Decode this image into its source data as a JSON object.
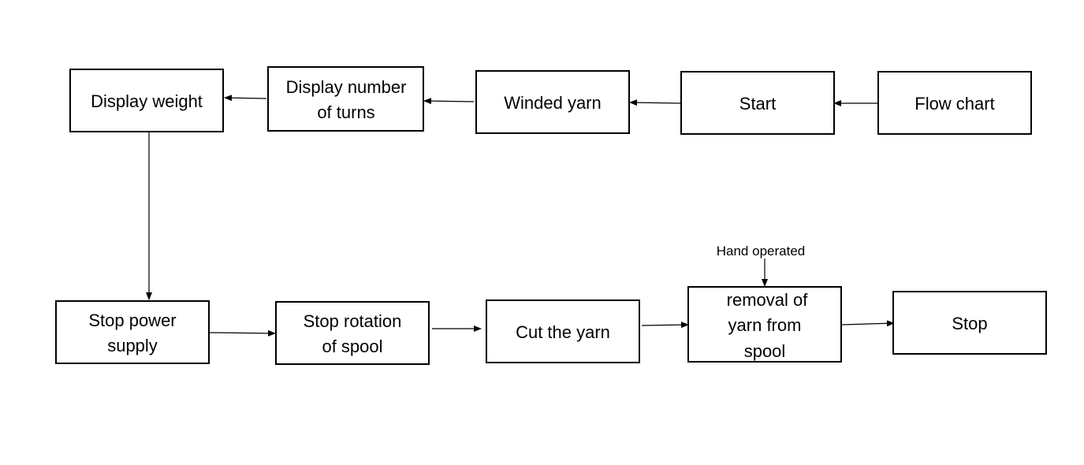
{
  "nodes": {
    "flow_chart": "Flow chart",
    "start": "Start",
    "winded_yarn": "Winded yarn",
    "display_turns": [
      "Display number",
      "of turns"
    ],
    "display_weight": "Display weight",
    "stop_power": [
      "Stop power",
      "supply"
    ],
    "stop_rotation": [
      "Stop rotation",
      "of spool"
    ],
    "cut_yarn": "Cut the yarn",
    "removal": [
      "removal of",
      "yarn from",
      "spool"
    ],
    "stop": "Stop"
  },
  "annotations": {
    "hand_operated": "Hand operated"
  },
  "edges": [
    {
      "from": "flow_chart",
      "to": "start"
    },
    {
      "from": "start",
      "to": "winded_yarn"
    },
    {
      "from": "winded_yarn",
      "to": "display_turns"
    },
    {
      "from": "display_turns",
      "to": "display_weight"
    },
    {
      "from": "display_weight",
      "to": "stop_power"
    },
    {
      "from": "stop_power",
      "to": "stop_rotation"
    },
    {
      "from": "stop_rotation",
      "to": "cut_yarn"
    },
    {
      "from": "cut_yarn",
      "to": "removal"
    },
    {
      "from": "hand_operated",
      "to": "removal"
    },
    {
      "from": "removal",
      "to": "stop"
    }
  ],
  "colors": {
    "stroke": "#000000",
    "fill": "#ffffff",
    "text": "#000000"
  }
}
